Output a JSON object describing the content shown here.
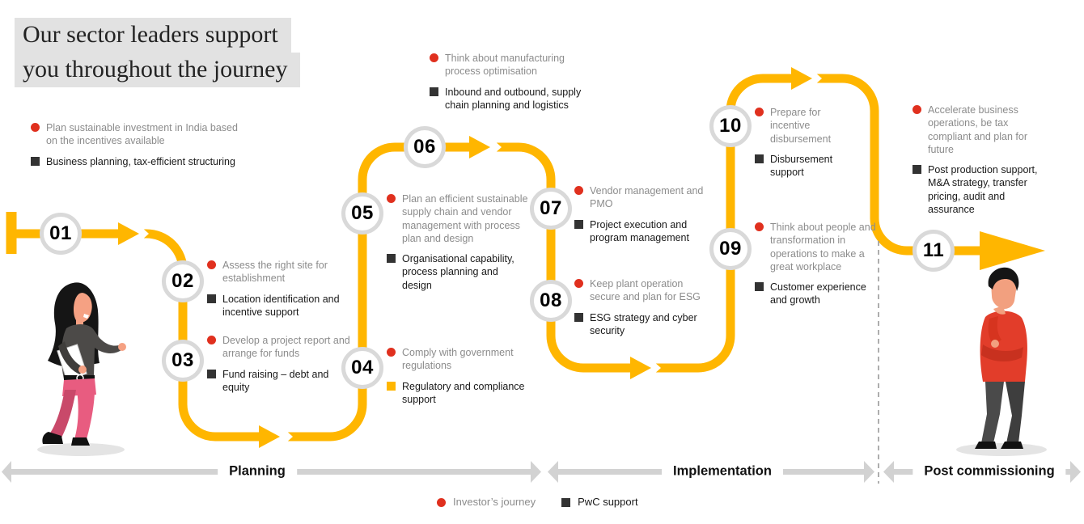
{
  "title": {
    "line1": "Our sector leaders support",
    "line2": "you throughout the journey"
  },
  "phases": [
    {
      "label": "Planning"
    },
    {
      "label": "Implementation"
    },
    {
      "label": "Post commissioning"
    }
  ],
  "legend": {
    "investor": "Investor’s journey",
    "pwc": "PwC support"
  },
  "steps": [
    {
      "number": "01",
      "investor": "Plan sustainable investment in India based on the incentives available",
      "pwc": "Business planning, tax-efficient structuring",
      "pwc_marker": "dark"
    },
    {
      "number": "02",
      "investor": "Assess the right site for establishment",
      "pwc": "Location identification and incentive support",
      "pwc_marker": "dark"
    },
    {
      "number": "03",
      "investor": "Develop a project report and arrange for funds",
      "pwc": "Fund raising – debt and equity",
      "pwc_marker": "dark"
    },
    {
      "number": "04",
      "investor": "Comply with government regulations",
      "pwc": "Regulatory and compliance support",
      "pwc_marker": "yellow"
    },
    {
      "number": "05",
      "investor": "Plan an efficient sustainable supply chain and vendor management with process plan and design",
      "pwc": "Organisational capability, process planning and design",
      "pwc_marker": "dark"
    },
    {
      "number": "06",
      "investor": "Think about manufacturing process optimisation",
      "pwc": "Inbound and outbound, supply chain planning and logistics",
      "pwc_marker": "dark"
    },
    {
      "number": "07",
      "investor": "Vendor management and PMO",
      "pwc": "Project execution and program management",
      "pwc_marker": "dark"
    },
    {
      "number": "08",
      "investor": "Keep plant operation secure and plan for ESG",
      "pwc": "ESG strategy and cyber security",
      "pwc_marker": "dark"
    },
    {
      "number": "09",
      "investor": "Think about people and transformation in operations to make a great workplace",
      "pwc": "Customer experience and growth",
      "pwc_marker": "dark"
    },
    {
      "number": "10",
      "investor": "Prepare for incentive disbursement",
      "pwc": "Disbursement support",
      "pwc_marker": "dark"
    },
    {
      "number": "11",
      "investor": "Accelerate business operations, be tax compliant and plan for future",
      "pwc": "Post production support, M&A strategy, transfer pricing, audit and assurance",
      "pwc_marker": "dark"
    }
  ],
  "colors": {
    "amber": "#FFB600",
    "red": "#E0301E",
    "dark_square": "#333333",
    "investor_text": "#8c8c8c",
    "pwc_text": "#191919",
    "circle_border": "#d9d9d9",
    "phase_bar": "#d2d2d2",
    "title_bg": "#e2e2e2"
  }
}
